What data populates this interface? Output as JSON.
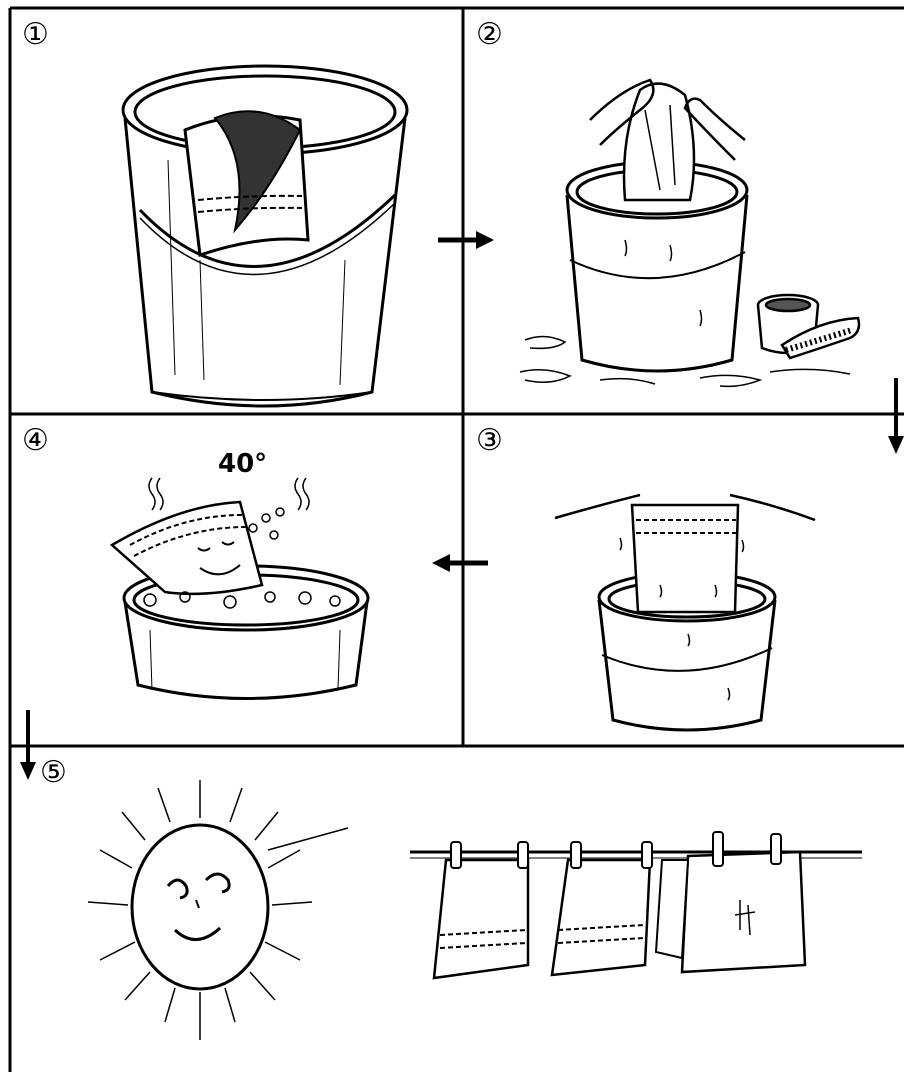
{
  "steps": [
    {
      "number": "①"
    },
    {
      "number": "②"
    },
    {
      "number": "③"
    },
    {
      "number": "④",
      "temperature": "40°"
    },
    {
      "number": "⑤"
    }
  ],
  "colors": {
    "ink": "#000000",
    "paper": "#ffffff"
  },
  "icons": [
    "right-arrow-icon",
    "down-arrow-icon",
    "left-arrow-icon"
  ]
}
